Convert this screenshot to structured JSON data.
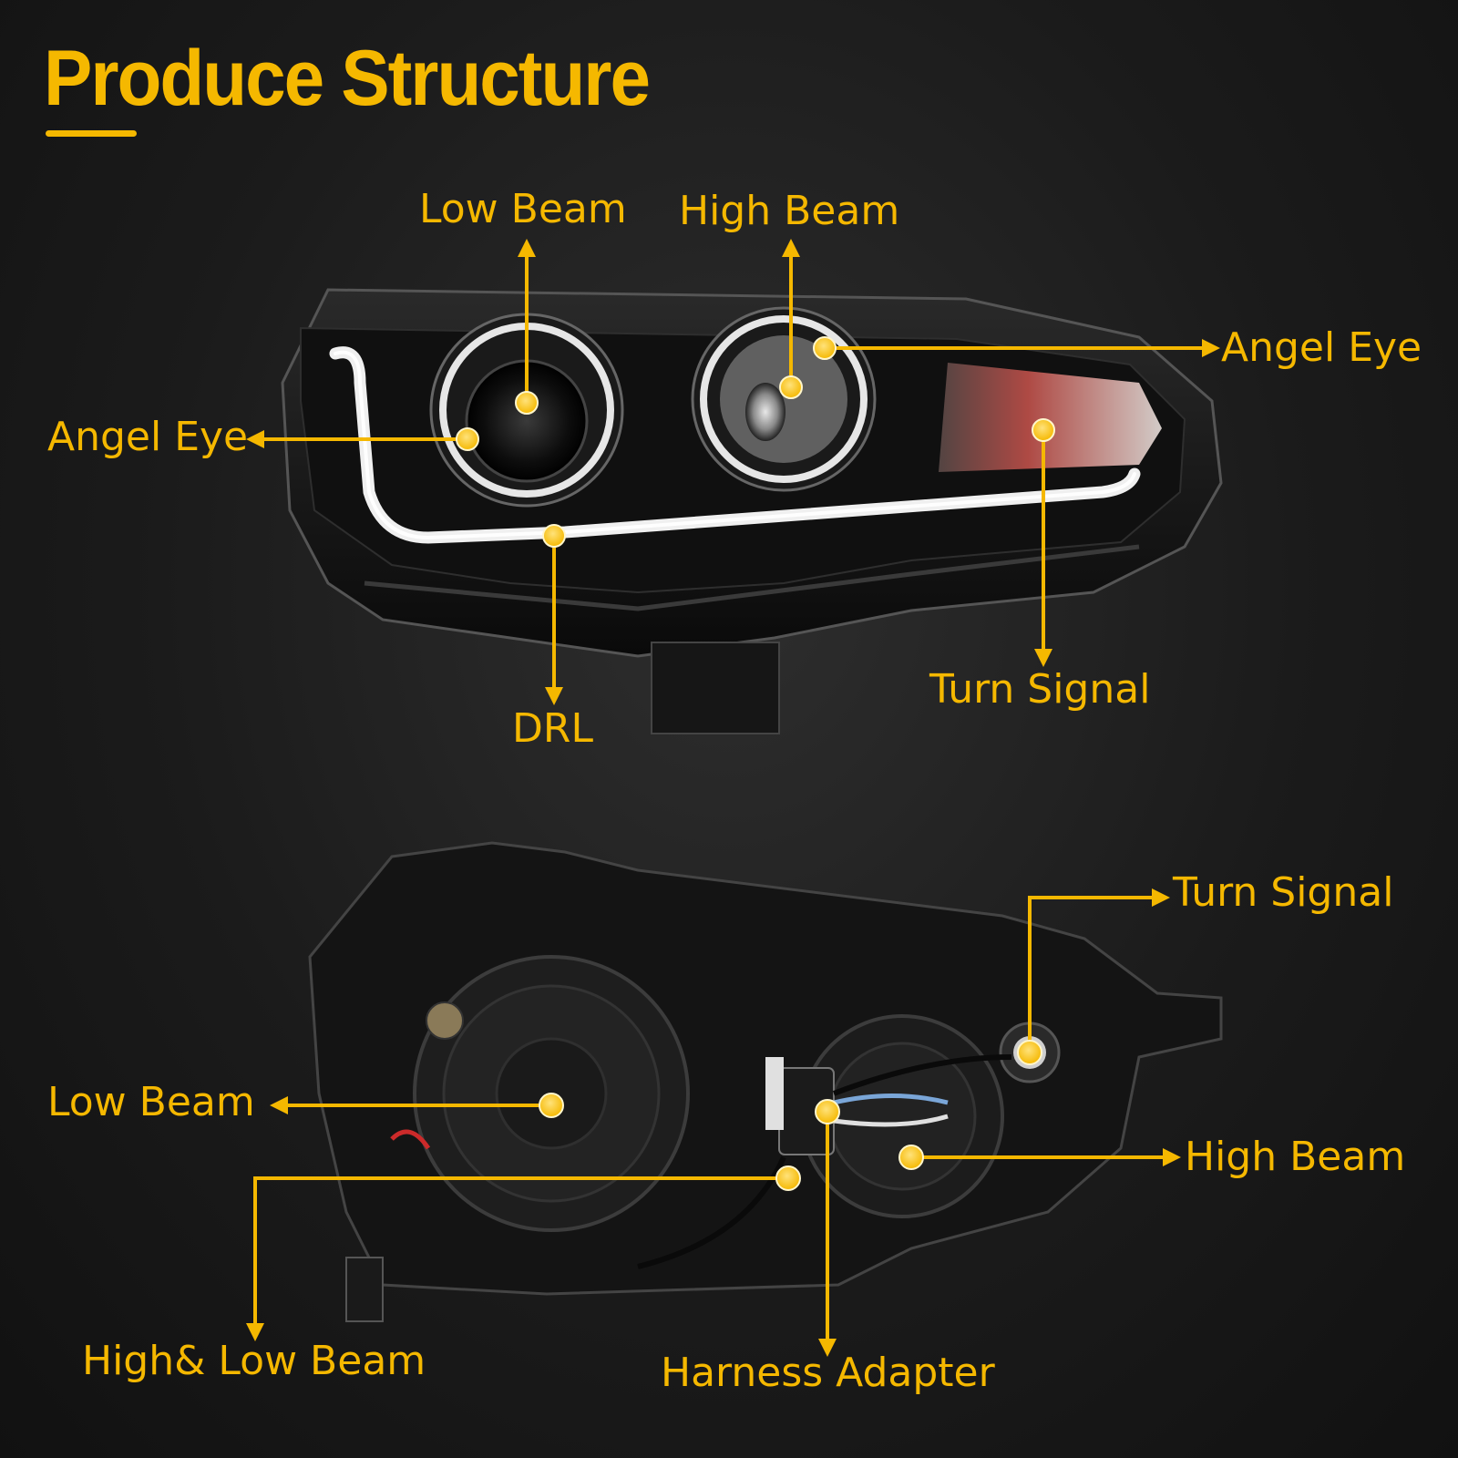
{
  "title": "Produce Structure",
  "accent_color": "#f5b800",
  "front_view": {
    "labels": {
      "low_beam": "Low Beam",
      "high_beam": "High Beam",
      "angel_eye_right": "Angel Eye",
      "angel_eye_left": "Angel Eye",
      "turn_signal": "Turn Signal",
      "drl": "DRL"
    }
  },
  "rear_view": {
    "labels": {
      "turn_signal": "Turn Signal",
      "low_beam": "Low Beam",
      "high_beam": "High Beam",
      "high_low_beam": "High& Low Beam",
      "harness_adapter": "Harness Adapter"
    }
  }
}
